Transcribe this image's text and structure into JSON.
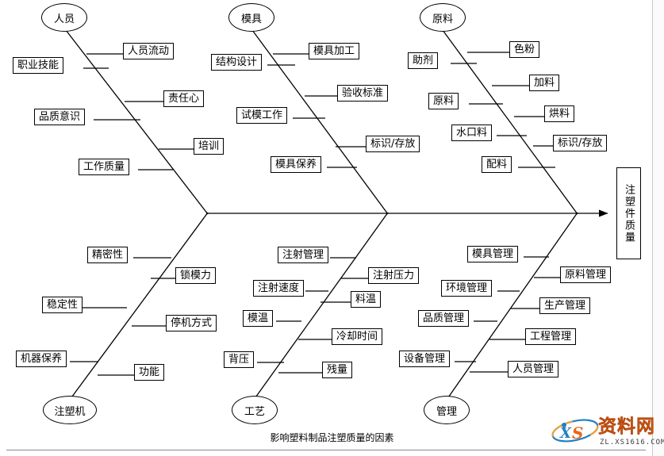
{
  "diagram": {
    "type": "fishbone-ishikawa",
    "caption": "影响塑料制品注塑质量的因素",
    "result": "注塑件质量",
    "spine_color": "#000000",
    "box_border_color": "#000000",
    "background_color": "#ffffff"
  },
  "categories": [
    {
      "id": "personnel",
      "label": "人员",
      "position": "top-left",
      "causes": [
        {
          "label": "人员流动",
          "side": "right"
        },
        {
          "label": "职业技能",
          "side": "left"
        },
        {
          "label": "责任心",
          "side": "right"
        },
        {
          "label": "品质意识",
          "side": "left"
        },
        {
          "label": "培训",
          "side": "right"
        },
        {
          "label": "工作质量",
          "side": "left"
        }
      ]
    },
    {
      "id": "mold",
      "label": "模具",
      "position": "top-middle",
      "causes": [
        {
          "label": "模具加工",
          "side": "right"
        },
        {
          "label": "结构设计",
          "side": "left"
        },
        {
          "label": "验收标准",
          "side": "right"
        },
        {
          "label": "试模工作",
          "side": "left"
        },
        {
          "label": "标识/存放",
          "side": "right"
        },
        {
          "label": "模具保养",
          "side": "left"
        }
      ]
    },
    {
      "id": "material",
      "label": "原料",
      "position": "top-right",
      "causes": [
        {
          "label": "色粉",
          "side": "right"
        },
        {
          "label": "助剂",
          "side": "left"
        },
        {
          "label": "加料",
          "side": "right"
        },
        {
          "label": "原料",
          "side": "left"
        },
        {
          "label": "烘料",
          "side": "right"
        },
        {
          "label": "水口料",
          "side": "left"
        },
        {
          "label": "标识/存放",
          "side": "right"
        },
        {
          "label": "配料",
          "side": "left"
        }
      ]
    },
    {
      "id": "machine",
      "label": "注塑机",
      "position": "bottom-left",
      "causes": [
        {
          "label": "精密性",
          "side": "left"
        },
        {
          "label": "锁模力",
          "side": "right"
        },
        {
          "label": "稳定性",
          "side": "left"
        },
        {
          "label": "停机方式",
          "side": "right"
        },
        {
          "label": "机器保养",
          "side": "left"
        },
        {
          "label": "功能",
          "side": "right"
        }
      ]
    },
    {
      "id": "process",
      "label": "工艺",
      "position": "bottom-middle",
      "causes": [
        {
          "label": "注射管理",
          "side": "left"
        },
        {
          "label": "注射压力",
          "side": "right"
        },
        {
          "label": "注射速度",
          "side": "left"
        },
        {
          "label": "料温",
          "side": "right"
        },
        {
          "label": "模温",
          "side": "left"
        },
        {
          "label": "冷却时间",
          "side": "right"
        },
        {
          "label": "背压",
          "side": "left"
        },
        {
          "label": "残量",
          "side": "right"
        }
      ]
    },
    {
      "id": "management",
      "label": "管理",
      "position": "bottom-right",
      "causes": [
        {
          "label": "模具管理",
          "side": "left"
        },
        {
          "label": "原料管理",
          "side": "right"
        },
        {
          "label": "环境管理",
          "side": "left"
        },
        {
          "label": "生产管理",
          "side": "right"
        },
        {
          "label": "品质管理",
          "side": "left"
        },
        {
          "label": "工程管理",
          "side": "right"
        },
        {
          "label": "设备管理",
          "side": "left"
        },
        {
          "label": "人员管理",
          "side": "right"
        }
      ]
    }
  ],
  "watermark": {
    "logo_text": "XS",
    "brand": "资料网",
    "url": "ZL.XS1616.COM"
  }
}
